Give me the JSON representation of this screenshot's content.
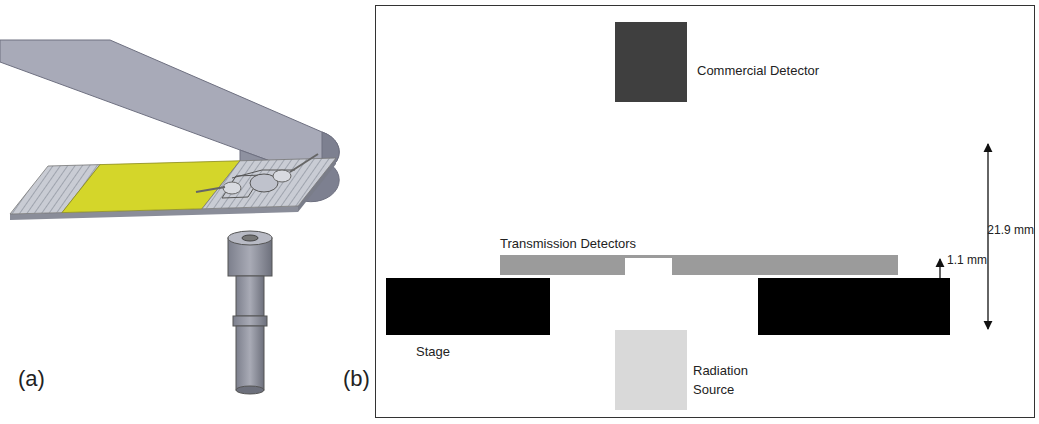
{
  "diagram": {
    "nodes": [
      {
        "text": [
          "Commercial Detector"
        ]
      },
      {
        "text": [
          "Transmission Detectors"
        ]
      },
      {
        "text": [
          "Stage"
        ]
      },
      {
        "text": [
          "Radiation Source"
        ]
      }
    ],
    "labels": [
      "(a)",
      "(b)",
      "1.1 mm",
      "21.9 mm"
    ]
  }
}
